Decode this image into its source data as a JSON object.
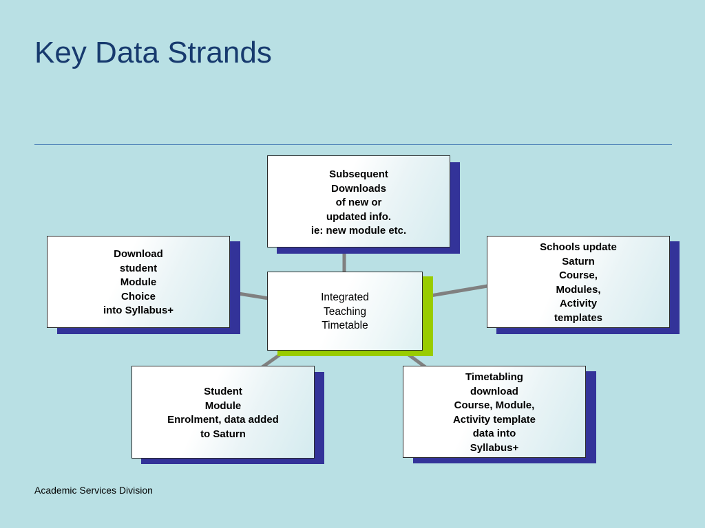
{
  "slide": {
    "title": "Key Data Strands",
    "footer": "Academic Services Division"
  },
  "diagram": {
    "center": {
      "label": "Integrated\nTeaching\n Timetable"
    },
    "nodes": [
      {
        "id": "top",
        "label": "Subsequent\nDownloads\n of new or\n updated info.\nie: new module etc."
      },
      {
        "id": "left",
        "label": "Download\n student\nModule\n Choice\ninto Syllabus+"
      },
      {
        "id": "right",
        "label": "Schools update\n Saturn\nCourse,\nModules,\n Activity\ntemplates"
      },
      {
        "id": "bottom-left",
        "label": "Student\nModule\nEnrolment, data added\nto Saturn"
      },
      {
        "id": "bottom-right",
        "label": "Timetabling\ndownload\nCourse, Module,\nActivity template\ndata into\nSyllabus+"
      }
    ],
    "colors": {
      "background": "#b9e0e4",
      "title": "#173a6e",
      "box_shadow": "#333399",
      "center_shadow": "#99cc00",
      "connector": "#808080",
      "rule": "#3c73b0"
    }
  }
}
